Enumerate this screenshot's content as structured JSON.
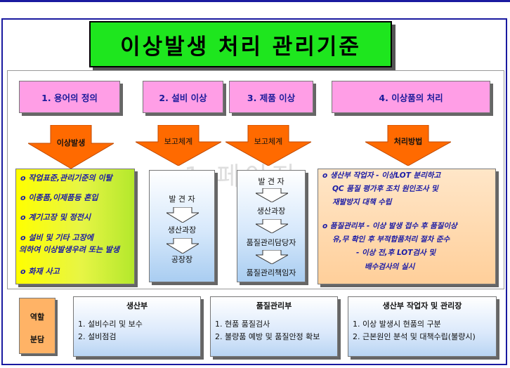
{
  "title": "이상발생 처리 관리기준",
  "watermark": "1 페이지",
  "headers": [
    {
      "label": "1. 용어의 정의"
    },
    {
      "label": "2. 설비 이상"
    },
    {
      "label": "3. 제품 이상"
    },
    {
      "label": "4. 이상품의 처리"
    }
  ],
  "arrows": [
    {
      "label": "이상발생"
    },
    {
      "label": "보고체계"
    },
    {
      "label": "보고체계"
    },
    {
      "label": "처리방법"
    }
  ],
  "definitions": [
    "o  작업표준,관리기준의 이탈",
    "o 이종품,이제품등 혼입",
    "o 계기고장 및 정전시",
    "o 설비 및 기타 고장에",
    "의하여 이상발생우려 또는 발생",
    "o 화재 사고"
  ],
  "equipment_flow": [
    "발 견 자",
    "생산과장",
    "공장장"
  ],
  "product_flow": [
    "발 견 자",
    "생산과장",
    "품질관리담당자",
    "품질관리책임자"
  ],
  "handling": [
    "o  생산부 작업자 - 이상LOT 분리하고",
    "QC 품질 평가후 조치 원인조사 및",
    "재발방지 대책 수립",
    "o  품질관리부 - 이상 발생 접수 후 품질이상",
    "유,무 확인 후 부적합품처리 절차 준수",
    "-  이상 전,후 LOT검사 및",
    "배수검사의 실시"
  ],
  "role": {
    "line1": "역할",
    "line2": "분담"
  },
  "responsibilities": [
    {
      "title": "생산부",
      "items": [
        "1. 설비수리 및 보수",
        "2. 설비점검"
      ]
    },
    {
      "title": "품질관리부",
      "items": [
        "1. 현품 품질검사",
        "2. 불량품 예방 및 품질안정 확보"
      ]
    },
    {
      "title": "생산부 작업자 및 관리장",
      "items": [
        "1. 이상 발생시 현품의 구분",
        "2. 근본원인 분석 및 대책수립(불량시)"
      ]
    }
  ],
  "colors": {
    "title_bg": "#1ee61e",
    "header_bg": "#ff9ee6",
    "arrow": "#ff6a00",
    "border": "#1a1aa0"
  }
}
